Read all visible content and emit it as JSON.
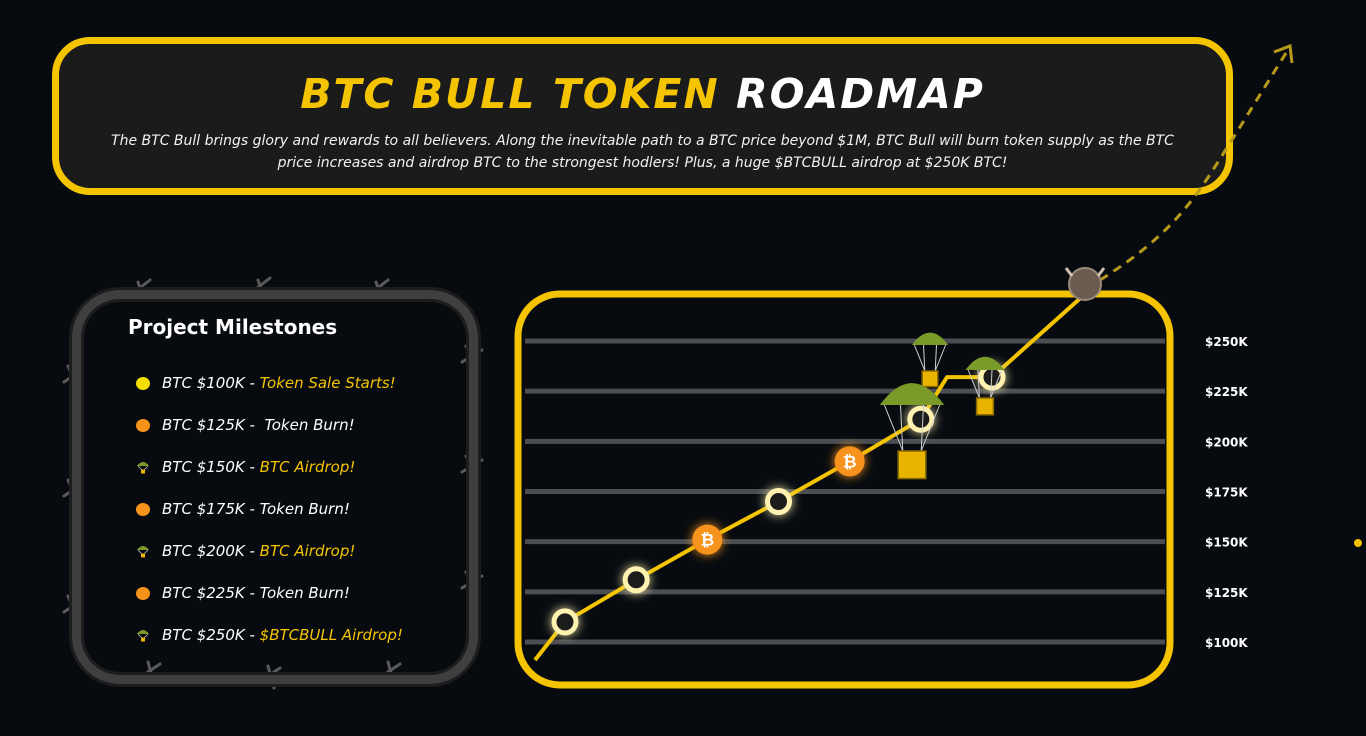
{
  "header": {
    "title_accent": "BTC BULL TOKEN",
    "title_plain": "ROADMAP",
    "description": "The BTC Bull brings glory and rewards to all believers. Along the inevitable path to a BTC price beyond $1M, BTC Bull will burn token supply as the BTC price increases and airdrop BTC to the strongest hodlers! Plus, a huge $BTCBULL airdrop at $250K BTC!"
  },
  "milestones": {
    "title": "Project Milestones",
    "items": [
      {
        "icon": "yellow-dot-icon",
        "price": "BTC $100K",
        "sep": " - ",
        "event": "Token Sale Starts!",
        "event_color": "gold"
      },
      {
        "icon": "orange-dot-icon",
        "price": "BTC $125K",
        "sep": " -  ",
        "event": "Token Burn!",
        "event_color": "white"
      },
      {
        "icon": "parachute-icon",
        "price": "BTC $150K",
        "sep": " - ",
        "event": "BTC Airdrop!",
        "event_color": "gold"
      },
      {
        "icon": "orange-dot-icon",
        "price": "BTC $175K",
        "sep": " - ",
        "event": "Token Burn!",
        "event_color": "white"
      },
      {
        "icon": "parachute-icon",
        "price": "BTC $200K",
        "sep": " - ",
        "event": "BTC Airdrop!",
        "event_color": "gold"
      },
      {
        "icon": "orange-dot-icon",
        "price": "BTC $225K",
        "sep": " - ",
        "event": "Token Burn!",
        "event_color": "white"
      },
      {
        "icon": "parachute-icon",
        "price": "BTC $250K",
        "sep": " - ",
        "event": "$BTCBULL Airdrop!",
        "event_color": "gold"
      }
    ]
  },
  "chart_data": {
    "type": "line",
    "y_tick_labels": [
      "$250K",
      "$225K",
      "$200K",
      "$175K",
      "$150K",
      "$125K",
      "$100K"
    ],
    "y_ticks": [
      250,
      225,
      200,
      175,
      150,
      125,
      100
    ],
    "ylim": [
      100,
      250
    ],
    "grid": true,
    "series": [
      {
        "values": [
          {
            "step": 1,
            "y": 110,
            "marker": "ring"
          },
          {
            "step": 2,
            "y": 131,
            "marker": "ring"
          },
          {
            "step": 3,
            "y": 151,
            "marker": "bitcoin"
          },
          {
            "step": 4,
            "y": 170,
            "marker": "ring"
          },
          {
            "step": 5,
            "y": 190,
            "marker": "bitcoin"
          },
          {
            "step": 6,
            "y": 211,
            "marker": "ring"
          },
          {
            "step": 7,
            "y": 232,
            "marker": "ring"
          }
        ]
      }
    ]
  },
  "colors": {
    "accent": "#f5c400",
    "background": "#070b10",
    "panel": "#1b1b1b",
    "gridline": "#4a4d52",
    "bitcoin": "#f7931a",
    "parachute": "#7a9a2a"
  }
}
